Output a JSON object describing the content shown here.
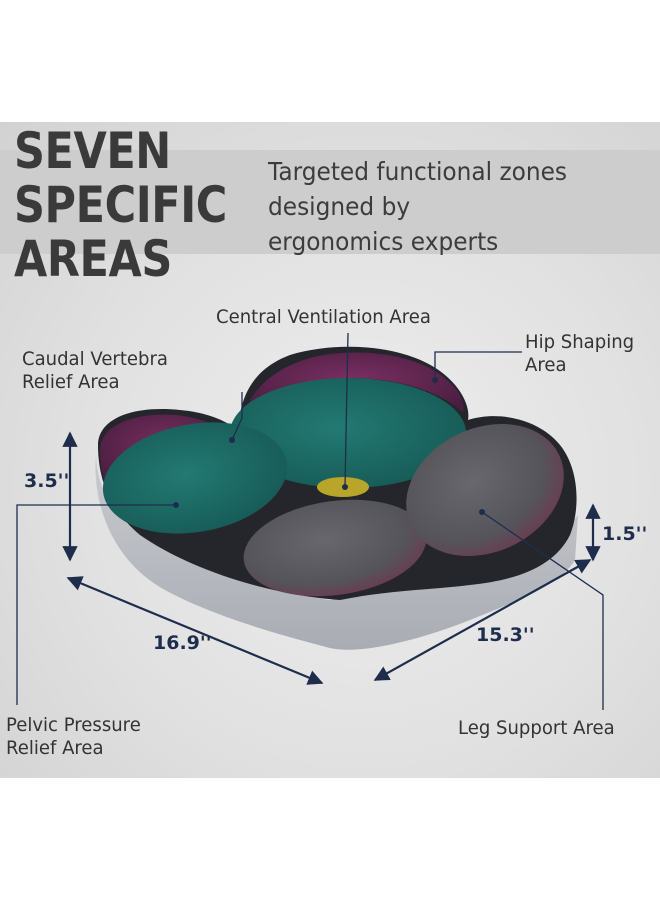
{
  "heading": {
    "title_lines": [
      "SEVEN",
      "SPECIFIC",
      "AREAS"
    ],
    "subtitle_lines": [
      "Targeted functional zones",
      "designed by",
      "ergonomics experts"
    ]
  },
  "zone_labels": {
    "central_ventilation": "Central Ventilation Area",
    "caudal_line1": "Caudal Vertebra",
    "caudal_line2": "Relief Area",
    "hip_line1": "Hip Shaping",
    "hip_line2": "Area",
    "pelvic_line1": "Pelvic Pressure",
    "pelvic_line2": "Relief Area",
    "leg_support": "Leg Support Area"
  },
  "dimensions": {
    "height_left": "3.5''",
    "height_right": "1.5''",
    "width_left": "16.9''",
    "depth_right": "15.3''"
  },
  "colors": {
    "accent_lines": "#1f2d4d",
    "teal_zone": "#1d6b66",
    "gray_zone": "#5a5a60",
    "purple_rim": "#6a2a56",
    "yellow_center": "#b8a52a"
  }
}
